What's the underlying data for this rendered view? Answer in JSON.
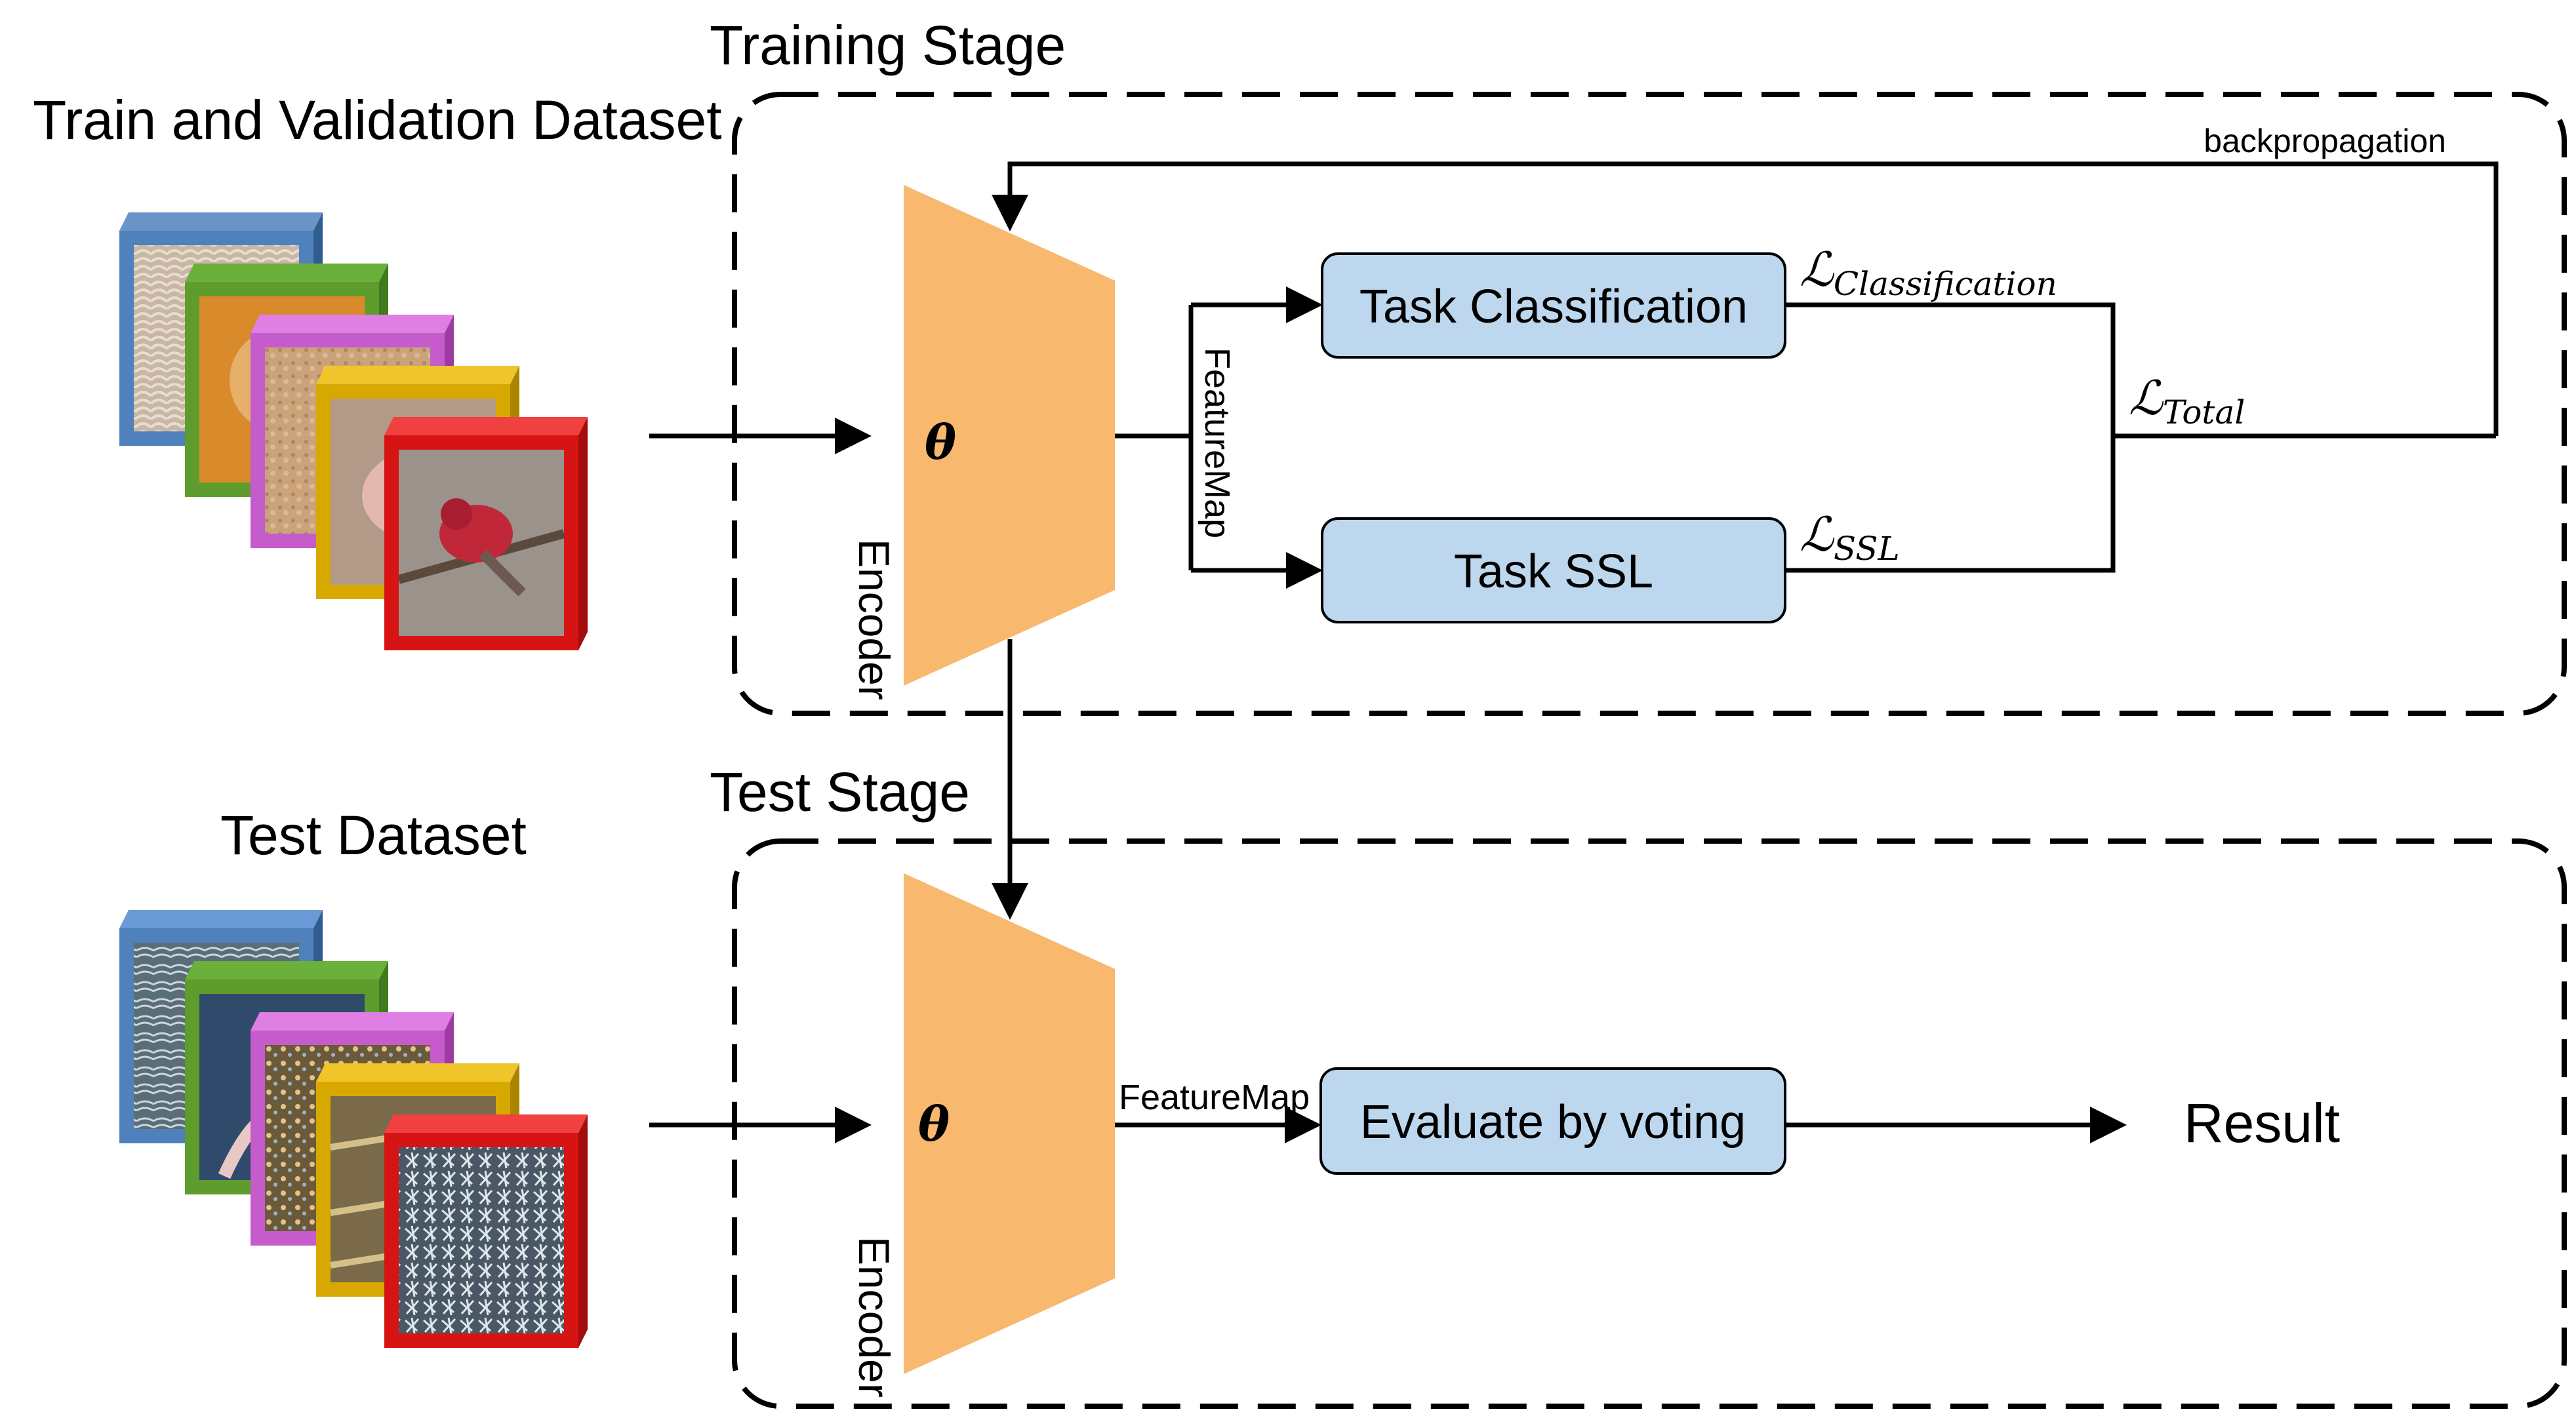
{
  "stages": {
    "training_title": "Training Stage",
    "test_title": "Test Stage"
  },
  "datasets": {
    "train_title": "Train and Validation Dataset",
    "test_title": "Test Dataset"
  },
  "encoder": {
    "label": "Encoder",
    "param_symbol": "θ"
  },
  "training": {
    "featuremap_label": "FeatureMap",
    "task_classification": "Task Classification",
    "task_ssl": "Task SSL",
    "loss_symbol": "ℒ",
    "loss_classification_sub": "Classification",
    "loss_ssl_sub": "SSL",
    "loss_total_sub": "Total",
    "backprop_label": "backpropagation"
  },
  "test": {
    "featuremap_label": "FeatureMap",
    "evaluate_label": "Evaluate by voting",
    "result_label": "Result"
  },
  "colors": {
    "encoder_fill": "#F8B86E",
    "task_fill": "#BDD7EE",
    "frame_colors": [
      "#4F81BD",
      "#5E9C2E",
      "#C65BCB",
      "#D7A900",
      "#D61414"
    ]
  }
}
